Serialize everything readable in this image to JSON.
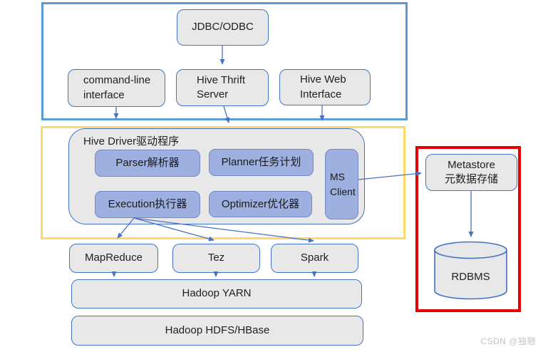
{
  "client_layer": {
    "jdbc_odbc": "JDBC/ODBC",
    "command_line_interface": "command-line\ninterface",
    "hive_thrift_server": "Hive Thrift\nServer",
    "hive_web_interface": "Hive Web\nInterface"
  },
  "driver_layer": {
    "title": "Hive Driver驱动程序",
    "parser": "Parser解析器",
    "planner": "Planner任务计划",
    "execution": "Execution执行器",
    "optimizer": "Optimizer优化器",
    "ms_client": "MS\nClient"
  },
  "metastore_layer": {
    "metastore": "Metastore\n元数据存储",
    "rdbms": "RDBMS"
  },
  "execution_layer": {
    "mapreduce": "MapReduce",
    "tez": "Tez",
    "spark": "Spark",
    "yarn": "Hadoop YARN",
    "hdfs_hbase": "Hadoop HDFS/HBase"
  },
  "watermark": "CSDN @独憩",
  "colors": {
    "client_frame": "#5B9BD5",
    "driver_frame": "#FFD966",
    "metastore_frame": "#E80000",
    "node_border": "#4472C4",
    "node_fill": "#E9E8E8",
    "component_fill": "#9DB0DF",
    "component_border": "#7487C4",
    "arrow": "#4472C4"
  }
}
